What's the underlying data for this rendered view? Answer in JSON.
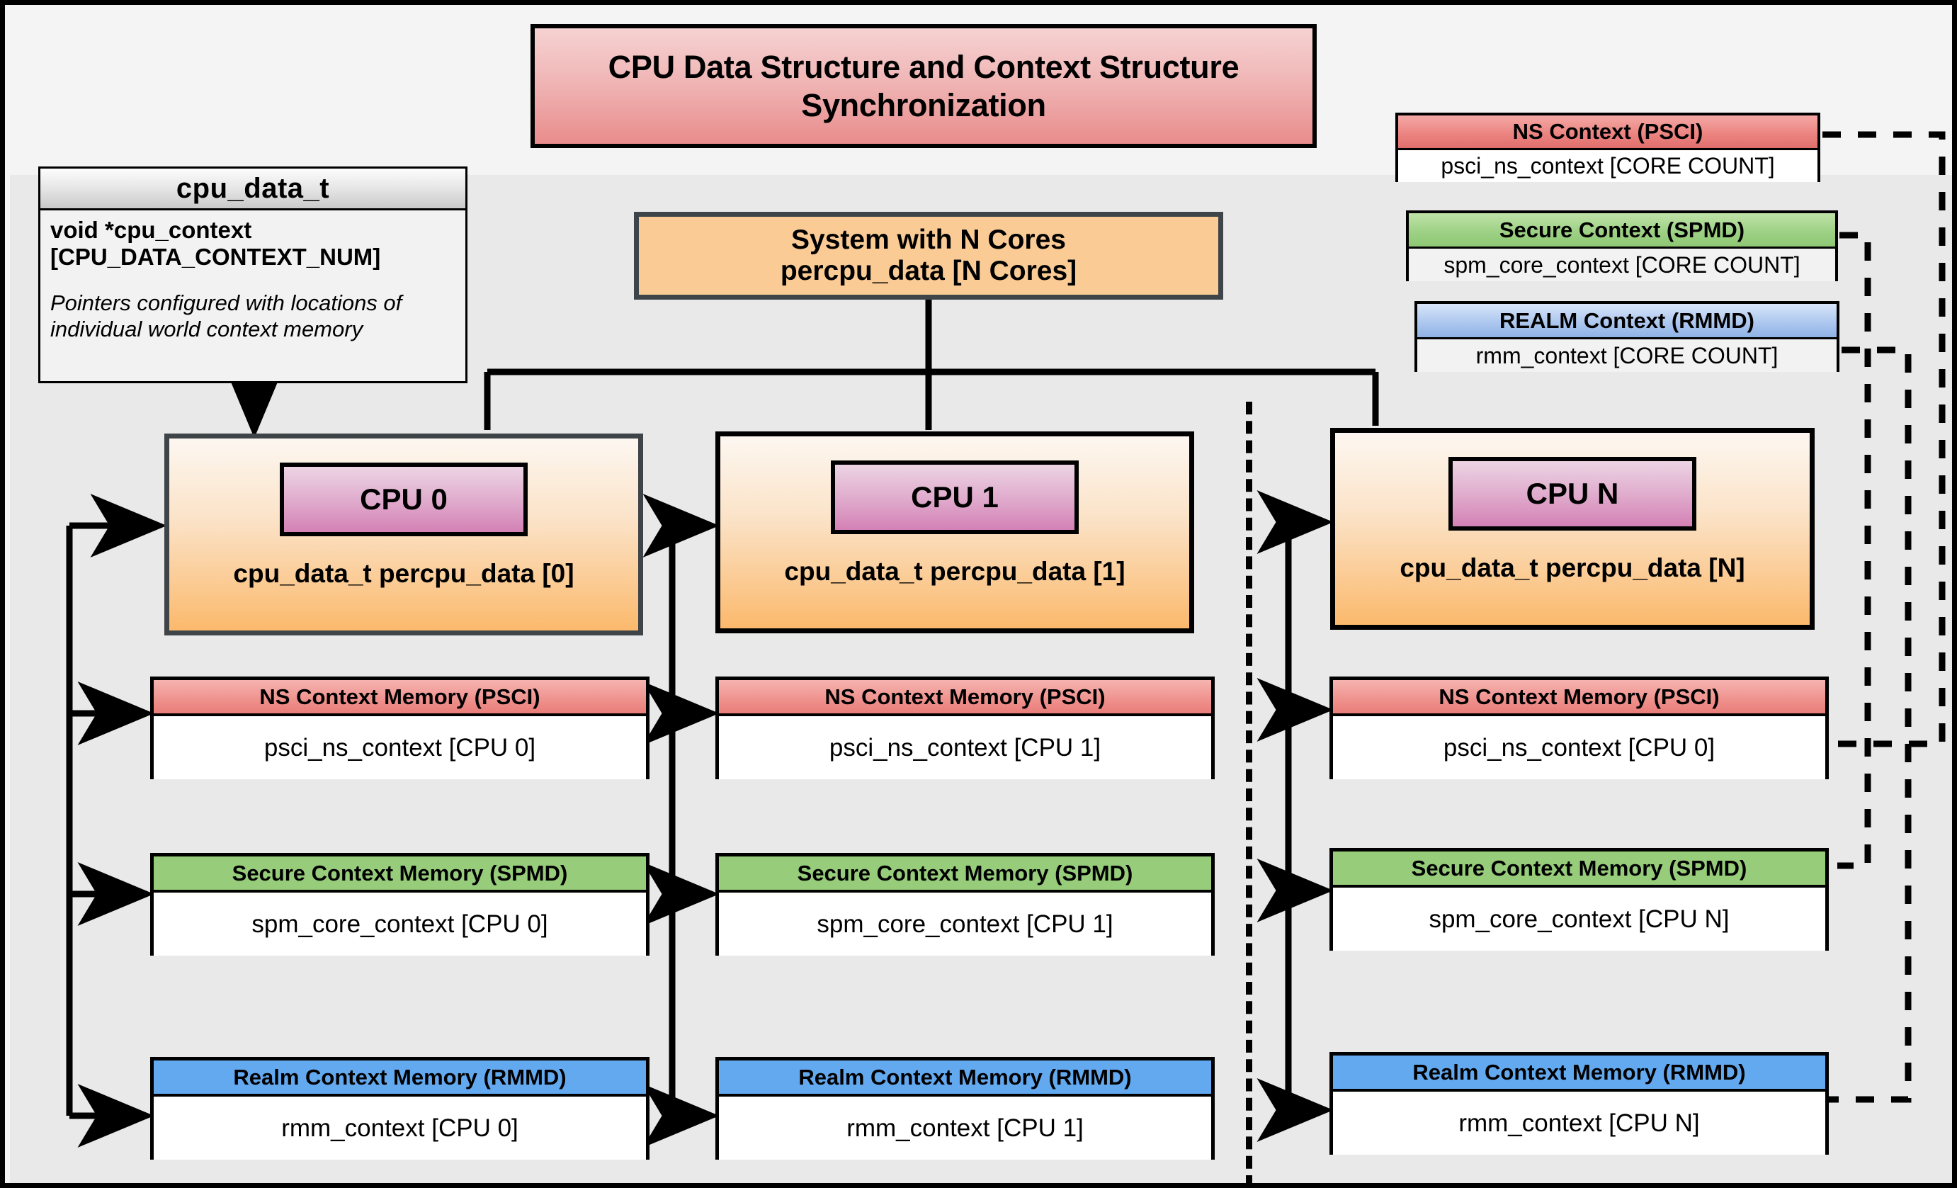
{
  "title": "CPU Data Structure and Context Structure Synchronization",
  "cpu_data_struct": {
    "name": "cpu_data_t",
    "field": "void  *cpu_context [CPU_DATA_CONTEXT_NUM]",
    "note": "Pointers configured with locations of individual world context memory"
  },
  "system": {
    "line1": "System with N Cores",
    "line2": "percpu_data [N Cores]"
  },
  "legend": [
    {
      "header": "NS Context  (PSCI)",
      "body": "psci_ns_context [CORE COUNT]",
      "color": "#ec8582"
    },
    {
      "header": "Secure Context (SPMD)",
      "body": "spm_core_context [CORE COUNT]",
      "color": "#9ed185"
    },
    {
      "header": "REALM Context (RMMD)",
      "body": "rmm_context [CORE COUNT]",
      "color": "#aec8ef"
    }
  ],
  "columns": [
    {
      "chip": "CPU 0",
      "caption": "cpu_data_t percpu_data [0]",
      "contexts": [
        {
          "header": "NS Context Memory (PSCI)",
          "body": "psci_ns_context [CPU 0]"
        },
        {
          "header": "Secure Context Memory (SPMD)",
          "body": "spm_core_context [CPU 0]"
        },
        {
          "header": "Realm Context Memory (RMMD)",
          "body": "rmm_context [CPU 0]"
        }
      ]
    },
    {
      "chip": "CPU 1",
      "caption": "cpu_data_t percpu_data [1]",
      "contexts": [
        {
          "header": "NS Context Memory (PSCI)",
          "body": "psci_ns_context [CPU 1]"
        },
        {
          "header": "Secure Context Memory (SPMD)",
          "body": "spm_core_context [CPU 1]"
        },
        {
          "header": "Realm Context Memory (RMMD)",
          "body": "rmm_context [CPU 1]"
        }
      ]
    },
    {
      "chip": "CPU N",
      "caption": "cpu_data_t percpu_data [N]",
      "contexts": [
        {
          "header": "NS Context Memory (PSCI)",
          "body": "psci_ns_context [CPU 0]"
        },
        {
          "header": "Secure Context Memory (SPMD)",
          "body": "spm_core_context [CPU N]"
        },
        {
          "header": "Realm Context Memory (RMMD)",
          "body": "rmm_context [CPU N]"
        }
      ]
    }
  ],
  "colors": {
    "background": "#e9e9e9",
    "psci": "#ec8582",
    "spmd": "#96cc7a",
    "rmmd": "#63a9f0",
    "cpu_orange": "#fbb96c",
    "chip_pink": "#d481b6",
    "system_peach": "#facb95",
    "title_red": "#e98c8c"
  }
}
